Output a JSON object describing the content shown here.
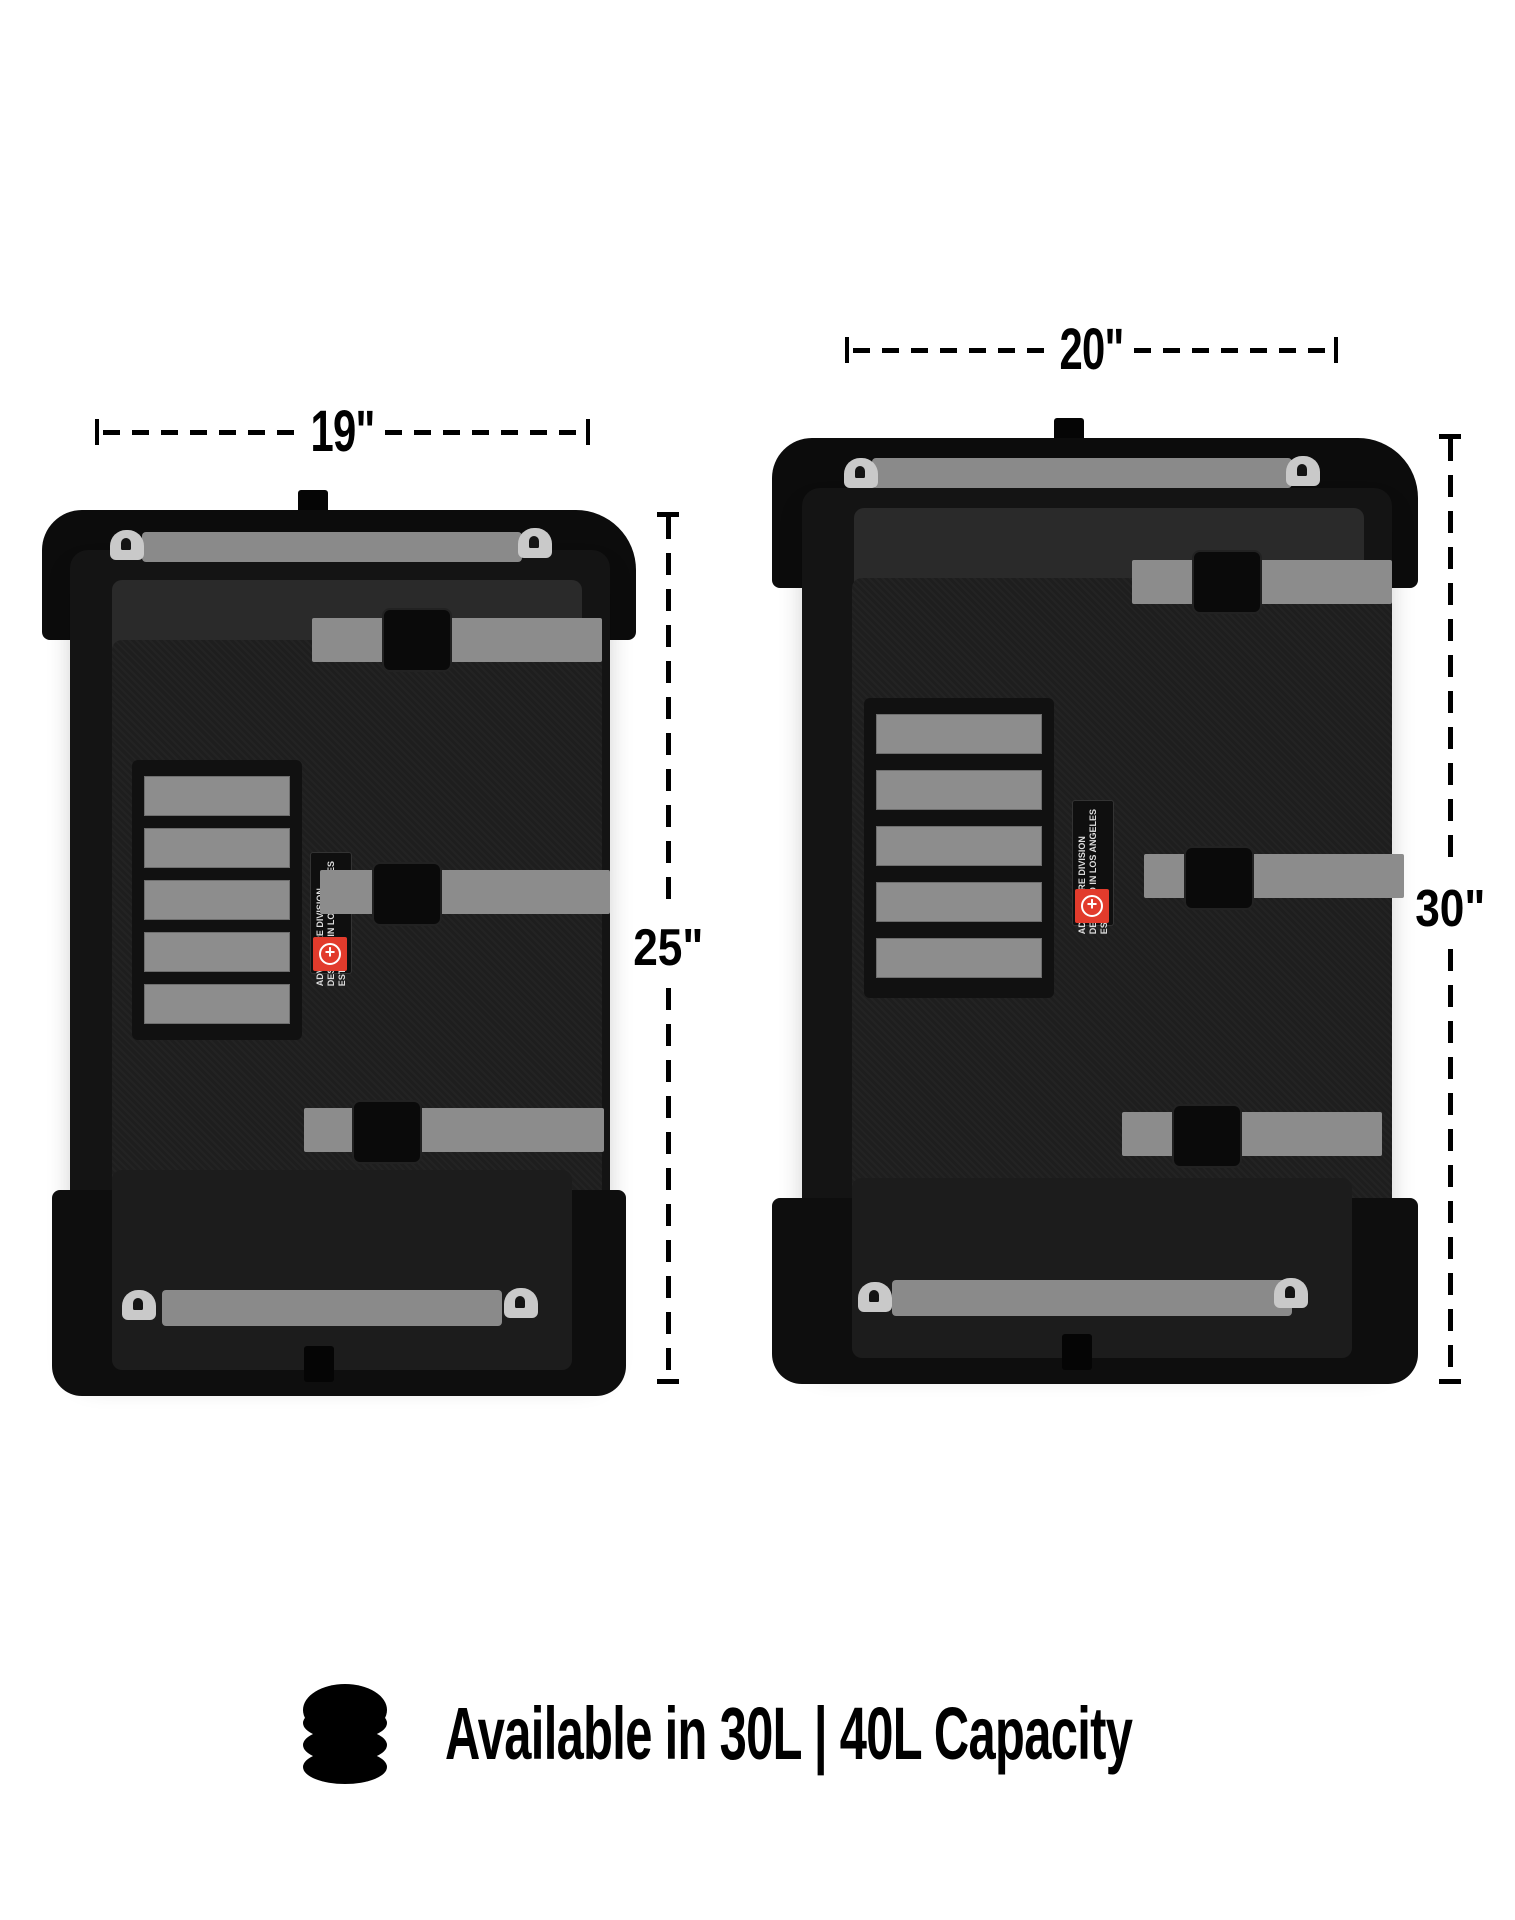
{
  "dimensions": {
    "small_bag": {
      "width_label": "19\"",
      "height_label": "25\""
    },
    "large_bag": {
      "width_label": "20\"",
      "height_label": "30\""
    }
  },
  "patch": {
    "line1": "ADVENTURE DIVISION",
    "line2": "DESIGNED IN LOS ANGELES",
    "line3": "EST 2007"
  },
  "caption": {
    "icon": "database-stack-icon",
    "text": "Available in 30L | 40L Capacity"
  },
  "colors": {
    "background": "#ffffff",
    "text": "#000000",
    "bag_body": "#141414",
    "webbing_gray": "#8c8c8c",
    "logo_red": "#e23b2c"
  }
}
